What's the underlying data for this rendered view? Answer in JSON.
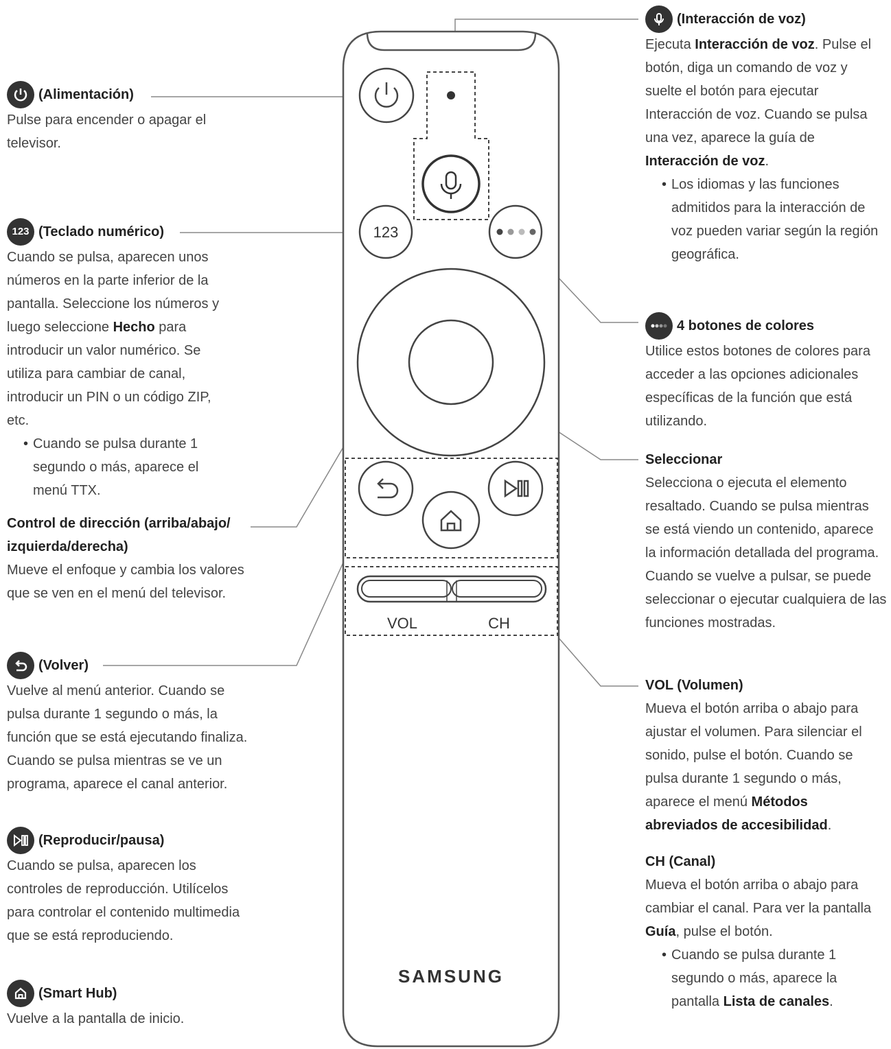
{
  "remote": {
    "btn_numpad": "123",
    "vol": "VOL",
    "ch": "CH",
    "brand": "SAMSUNG"
  },
  "left": {
    "power": {
      "icon": "power-icon",
      "title": "(Alimentación)",
      "body": "Pulse para encender o apagar el televisor."
    },
    "numpad": {
      "icon_text": "123",
      "title": "(Teclado numérico)",
      "body_pre": "Cuando se pulsa, aparecen unos números en la parte inferior de la pantalla. Seleccione los números y luego seleccione ",
      "body_bold": "Hecho",
      "body_post": " para introducir un valor numérico. Se utiliza para cambiar de canal, introducir un PIN o un código ZIP, etc.",
      "bullet": "Cuando se pulsa durante 1 segundo o más, aparece el menú TTX."
    },
    "direction": {
      "title": "Control de dirección (arriba/abajo/ izquierda/derecha)",
      "body": "Mueve el enfoque y cambia los valores que se ven en el menú del televisor."
    },
    "back": {
      "icon": "back-icon",
      "title": "(Volver)",
      "body": "Vuelve al menú anterior. Cuando se pulsa durante 1 segundo o más, la función que se está ejecutando finaliza. Cuando se pulsa mientras se ve un programa, aparece el canal anterior."
    },
    "play": {
      "icon": "play-pause-icon",
      "title": "(Reproducir/pausa)",
      "body": "Cuando se pulsa, aparecen los controles de reproducción. Utilícelos para controlar el contenido multimedia que se está reproduciendo."
    },
    "home": {
      "icon": "home-icon",
      "title": "(Smart Hub)",
      "body": "Vuelve a la pantalla de inicio."
    }
  },
  "right": {
    "voice": {
      "icon": "microphone-icon",
      "title": "(Interacción de voz)",
      "b1": "Ejecuta ",
      "b1_bold": "Interacción de voz",
      "b2": ". Pulse el botón, diga un comando de voz y suelte el botón para ejecutar Interacción de voz. Cuando se pulsa una vez, aparece la guía de ",
      "b2_bold": "Interacción de voz",
      "b3": ".",
      "bullet": "Los idiomas y las funciones admitidos para la interacción de voz pueden variar según la región geográfica."
    },
    "color": {
      "icon": "color-dots-icon",
      "title": "4 botones de colores",
      "body": "Utilice estos botones de colores para acceder a las opciones adicionales específicas de la función que está utilizando."
    },
    "select": {
      "title": "Seleccionar",
      "body": "Selecciona o ejecuta el elemento resaltado. Cuando se pulsa mientras se está viendo un contenido, aparece la información detallada del programa. Cuando se vuelve a pulsar, se puede seleccionar o ejecutar cualquiera de las funciones mostradas."
    },
    "vol": {
      "title": "VOL (Volumen)",
      "b1": "Mueva el botón arriba o abajo para ajustar el volumen. Para silenciar el sonido, pulse el botón. Cuando se pulsa durante 1 segundo o más, aparece el menú ",
      "b1_bold": "Métodos abreviados de accesibilidad",
      "b2": "."
    },
    "ch": {
      "title": "CH (Canal)",
      "b1": "Mueva el botón arriba o abajo para cambiar el canal. Para ver la pantalla ",
      "b1_bold": "Guía",
      "b2": ", pulse el botón.",
      "bullet_pre": "Cuando se pulsa durante 1 segundo o más, aparece la pantalla ",
      "bullet_bold": "Lista de canales",
      "bullet_post": "."
    }
  }
}
